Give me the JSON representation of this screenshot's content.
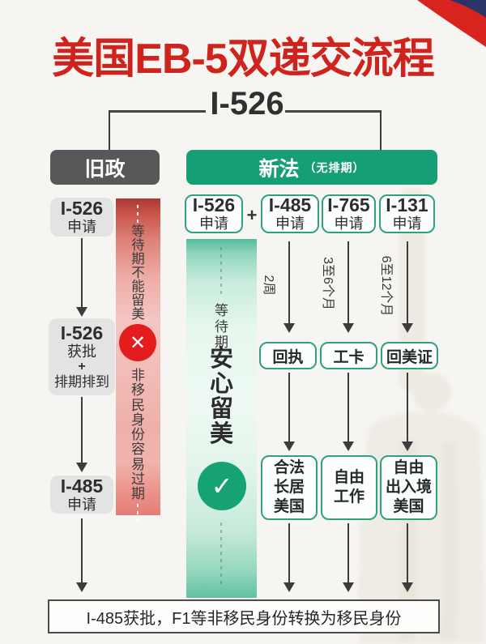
{
  "title": "美国EB-5双递交流程",
  "bracket": {
    "label": "I-526"
  },
  "old": {
    "header": "旧政",
    "box1": {
      "l1": "I-526",
      "l2": "申请"
    },
    "box2": {
      "l1": "I-526",
      "l2": "获批",
      "l3": "+",
      "l4": "排期排到"
    },
    "box3": {
      "l1": "I-485",
      "l2": "申请"
    },
    "band": {
      "top_text": "等待期不能留美",
      "x_icon": "✕",
      "bottom_text": "非移民身份容易过期"
    }
  },
  "new": {
    "header": "新法",
    "header_note": "（无排期）",
    "plus": "+",
    "apps": [
      {
        "l1": "I-526",
        "l2": "申请"
      },
      {
        "l1": "I-485",
        "l2": "申请"
      },
      {
        "l1": "I-765",
        "l2": "申请"
      },
      {
        "l1": "I-131",
        "l2": "申请"
      }
    ],
    "band": {
      "small": "等待期",
      "large": "安心留美",
      "check_icon": "✓"
    },
    "durations": [
      "2周",
      "3至6个月",
      "6至12个月"
    ],
    "docs": [
      "回执",
      "工卡",
      "回美证"
    ],
    "benefits": [
      {
        "lines": [
          "合法",
          "长居",
          "美国"
        ]
      },
      {
        "lines": [
          "自由",
          "工作"
        ]
      },
      {
        "lines": [
          "自由",
          "出入境",
          "美国"
        ]
      }
    ]
  },
  "footer": "I-485获批，F1等非移民身份转换为移民身份",
  "colors": {
    "title_red": "#ce241d",
    "green": "#169e77",
    "dark_gray": "#58585a",
    "x_red": "#e31d1d",
    "line": "#3c3c3c"
  }
}
